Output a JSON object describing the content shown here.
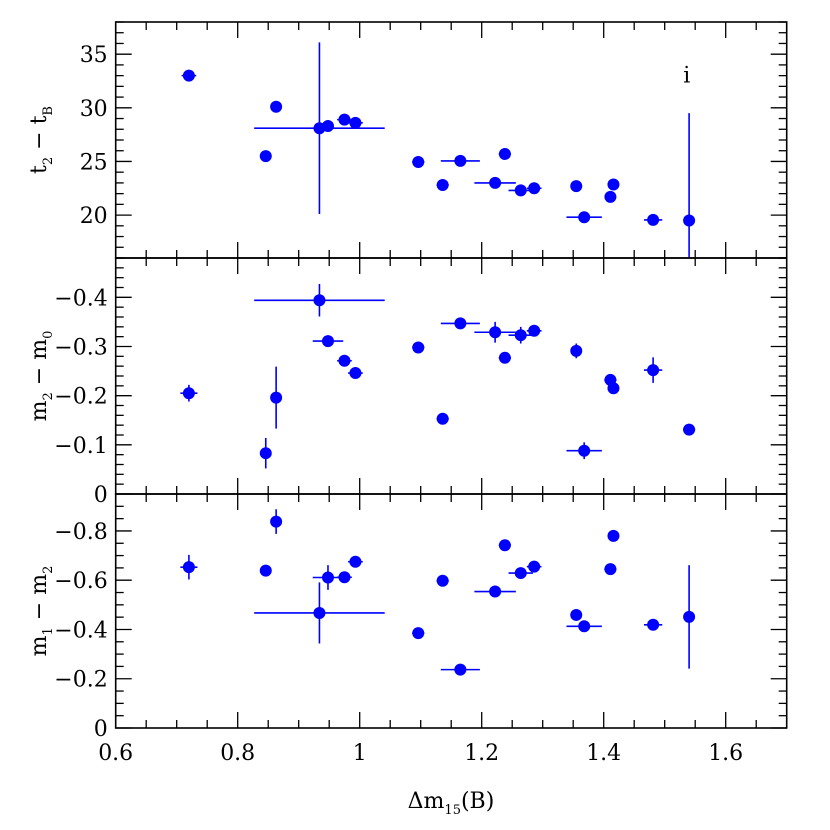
{
  "chart_data": {
    "type": "scatter",
    "layout": "3 vertically stacked panels sharing x-axis",
    "xlabel": "Δm15(B)",
    "xlabel_main": "Δm",
    "xlabel_sub": "15",
    "xlabel_tail": "(B)",
    "xlim": [
      0.6,
      1.7
    ],
    "xticks": [
      0.6,
      0.8,
      1.0,
      1.2,
      1.4,
      1.6
    ],
    "xtick_labels": [
      "0.6",
      "0.8",
      "1",
      "1.2",
      "1.4",
      "1.6"
    ],
    "marker_color": "#0000ff",
    "grid": false,
    "panels": [
      {
        "id": "top",
        "ylabel": "t2 − tB",
        "ylabel_parts": [
          {
            "t": "t"
          },
          {
            "s": "2"
          },
          {
            "t": " − t"
          },
          {
            "s": "B"
          }
        ],
        "ylim": [
          16,
          38
        ],
        "yticks": [
          20,
          25,
          30,
          35
        ],
        "ytick_labels": [
          "20",
          "25",
          "30",
          "35"
        ],
        "annotation": {
          "text": "i",
          "x": 1.528,
          "y": 33.0
        },
        "points": [
          {
            "x": 0.72,
            "y": 33.0,
            "xerr": 0.012,
            "yerr": 0
          },
          {
            "x": 0.846,
            "y": 25.5,
            "xerr": 0,
            "yerr": 0
          },
          {
            "x": 0.863,
            "y": 30.1,
            "xerr": 0,
            "yerr": 0
          },
          {
            "x": 0.934,
            "y": 28.1,
            "xerr": 0.107,
            "yerr": 8.0
          },
          {
            "x": 0.948,
            "y": 28.3,
            "xerr": 0,
            "yerr": 0
          },
          {
            "x": 0.975,
            "y": 28.9,
            "xerr": 0.012,
            "yerr": 0
          },
          {
            "x": 0.993,
            "y": 28.6,
            "xerr": 0.012,
            "yerr": 0
          },
          {
            "x": 1.096,
            "y": 24.95,
            "xerr": 0.01,
            "yerr": 0
          },
          {
            "x": 1.136,
            "y": 22.8,
            "xerr": 0.01,
            "yerr": 0
          },
          {
            "x": 1.165,
            "y": 25.05,
            "xerr": 0.032,
            "yerr": 0
          },
          {
            "x": 1.222,
            "y": 23.0,
            "xerr": 0.034,
            "yerr": 0
          },
          {
            "x": 1.238,
            "y": 25.7,
            "xerr": 0.01,
            "yerr": 0
          },
          {
            "x": 1.264,
            "y": 22.3,
            "xerr": 0.02,
            "yerr": 0
          },
          {
            "x": 1.286,
            "y": 22.5,
            "xerr": 0.012,
            "yerr": 0
          },
          {
            "x": 1.355,
            "y": 22.7,
            "xerr": 0,
            "yerr": 0
          },
          {
            "x": 1.368,
            "y": 19.8,
            "xerr": 0.029,
            "yerr": 0
          },
          {
            "x": 1.411,
            "y": 21.7,
            "xerr": 0,
            "yerr": 0
          },
          {
            "x": 1.416,
            "y": 22.85,
            "xerr": 0,
            "yerr": 0
          },
          {
            "x": 1.481,
            "y": 19.55,
            "xerr": 0.015,
            "yerr": 0
          },
          {
            "x": 1.54,
            "y": 19.5,
            "xerr": 0,
            "yerr": 10.0
          }
        ]
      },
      {
        "id": "middle",
        "ylabel": "m2 − m0",
        "ylabel_parts": [
          {
            "t": "m"
          },
          {
            "s": "2"
          },
          {
            "t": " − m"
          },
          {
            "s": "0"
          }
        ],
        "ylim": [
          0,
          -0.48
        ],
        "yticks": [
          0,
          -0.1,
          -0.2,
          -0.3,
          -0.4
        ],
        "ytick_labels": [
          "0",
          "−0.1",
          "−0.2",
          "−0.3",
          "−0.4"
        ],
        "points": [
          {
            "x": 0.72,
            "y": -0.205,
            "xerr": 0.014,
            "yerr": 0.017
          },
          {
            "x": 0.846,
            "y": -0.083,
            "xerr": 0,
            "yerr": 0.031
          },
          {
            "x": 0.863,
            "y": -0.196,
            "xerr": 0,
            "yerr": 0.063
          },
          {
            "x": 0.934,
            "y": -0.394,
            "xerr": 0.107,
            "yerr": 0.033
          },
          {
            "x": 0.948,
            "y": -0.311,
            "xerr": 0.025,
            "yerr": 0
          },
          {
            "x": 0.975,
            "y": -0.271,
            "xerr": 0.012,
            "yerr": 0
          },
          {
            "x": 0.993,
            "y": -0.246,
            "xerr": 0.012,
            "yerr": 0
          },
          {
            "x": 1.096,
            "y": -0.298,
            "xerr": 0.01,
            "yerr": 0
          },
          {
            "x": 1.136,
            "y": -0.153,
            "xerr": 0.01,
            "yerr": 0
          },
          {
            "x": 1.165,
            "y": -0.347,
            "xerr": 0.032,
            "yerr": 0
          },
          {
            "x": 1.222,
            "y": -0.329,
            "xerr": 0.034,
            "yerr": 0.021
          },
          {
            "x": 1.238,
            "y": -0.277,
            "xerr": 0.01,
            "yerr": 0
          },
          {
            "x": 1.264,
            "y": -0.323,
            "xerr": 0.02,
            "yerr": 0.017
          },
          {
            "x": 1.286,
            "y": -0.332,
            "xerr": 0.012,
            "yerr": 0
          },
          {
            "x": 1.355,
            "y": -0.291,
            "xerr": 0,
            "yerr": 0.015
          },
          {
            "x": 1.368,
            "y": -0.088,
            "xerr": 0.029,
            "yerr": 0.017
          },
          {
            "x": 1.411,
            "y": -0.232,
            "xerr": 0.01,
            "yerr": 0
          },
          {
            "x": 1.416,
            "y": -0.215,
            "xerr": 0,
            "yerr": 0
          },
          {
            "x": 1.481,
            "y": -0.252,
            "xerr": 0.015,
            "yerr": 0.026
          },
          {
            "x": 1.54,
            "y": -0.131,
            "xerr": 0.01,
            "yerr": 0.01
          }
        ]
      },
      {
        "id": "bottom",
        "ylabel": "m1 − m2",
        "ylabel_parts": [
          {
            "t": "m"
          },
          {
            "s": "1"
          },
          {
            "t": " − m"
          },
          {
            "s": "2"
          }
        ],
        "ylim": [
          0,
          -0.95
        ],
        "yticks": [
          0,
          -0.2,
          -0.4,
          -0.6,
          -0.8
        ],
        "ytick_labels": [
          "0",
          "−0.2",
          "−0.4",
          "−0.6",
          "−0.8"
        ],
        "points": [
          {
            "x": 0.72,
            "y": -0.653,
            "xerr": 0.014,
            "yerr": 0.05
          },
          {
            "x": 0.846,
            "y": -0.639,
            "xerr": 0,
            "yerr": 0
          },
          {
            "x": 0.863,
            "y": -0.838,
            "xerr": 0,
            "yerr": 0.05
          },
          {
            "x": 0.934,
            "y": -0.467,
            "xerr": 0.107,
            "yerr": 0.124
          },
          {
            "x": 0.948,
            "y": -0.611,
            "xerr": 0.025,
            "yerr": 0.05
          },
          {
            "x": 0.975,
            "y": -0.612,
            "xerr": 0.012,
            "yerr": 0
          },
          {
            "x": 0.993,
            "y": -0.675,
            "xerr": 0.012,
            "yerr": 0
          },
          {
            "x": 1.096,
            "y": -0.385,
            "xerr": 0.01,
            "yerr": 0
          },
          {
            "x": 1.136,
            "y": -0.598,
            "xerr": 0.01,
            "yerr": 0
          },
          {
            "x": 1.165,
            "y": -0.237,
            "xerr": 0.032,
            "yerr": 0
          },
          {
            "x": 1.222,
            "y": -0.554,
            "xerr": 0.034,
            "yerr": 0
          },
          {
            "x": 1.238,
            "y": -0.742,
            "xerr": 0.01,
            "yerr": 0
          },
          {
            "x": 1.264,
            "y": -0.629,
            "xerr": 0.02,
            "yerr": 0
          },
          {
            "x": 1.286,
            "y": -0.655,
            "xerr": 0.012,
            "yerr": 0
          },
          {
            "x": 1.355,
            "y": -0.459,
            "xerr": 0,
            "yerr": 0
          },
          {
            "x": 1.368,
            "y": -0.413,
            "xerr": 0.029,
            "yerr": 0
          },
          {
            "x": 1.411,
            "y": -0.645,
            "xerr": 0.01,
            "yerr": 0
          },
          {
            "x": 1.416,
            "y": -0.78,
            "xerr": 0,
            "yerr": 0
          },
          {
            "x": 1.481,
            "y": -0.419,
            "xerr": 0.015,
            "yerr": 0
          },
          {
            "x": 1.54,
            "y": -0.451,
            "xerr": 0,
            "yerr": 0.21
          }
        ]
      }
    ]
  }
}
